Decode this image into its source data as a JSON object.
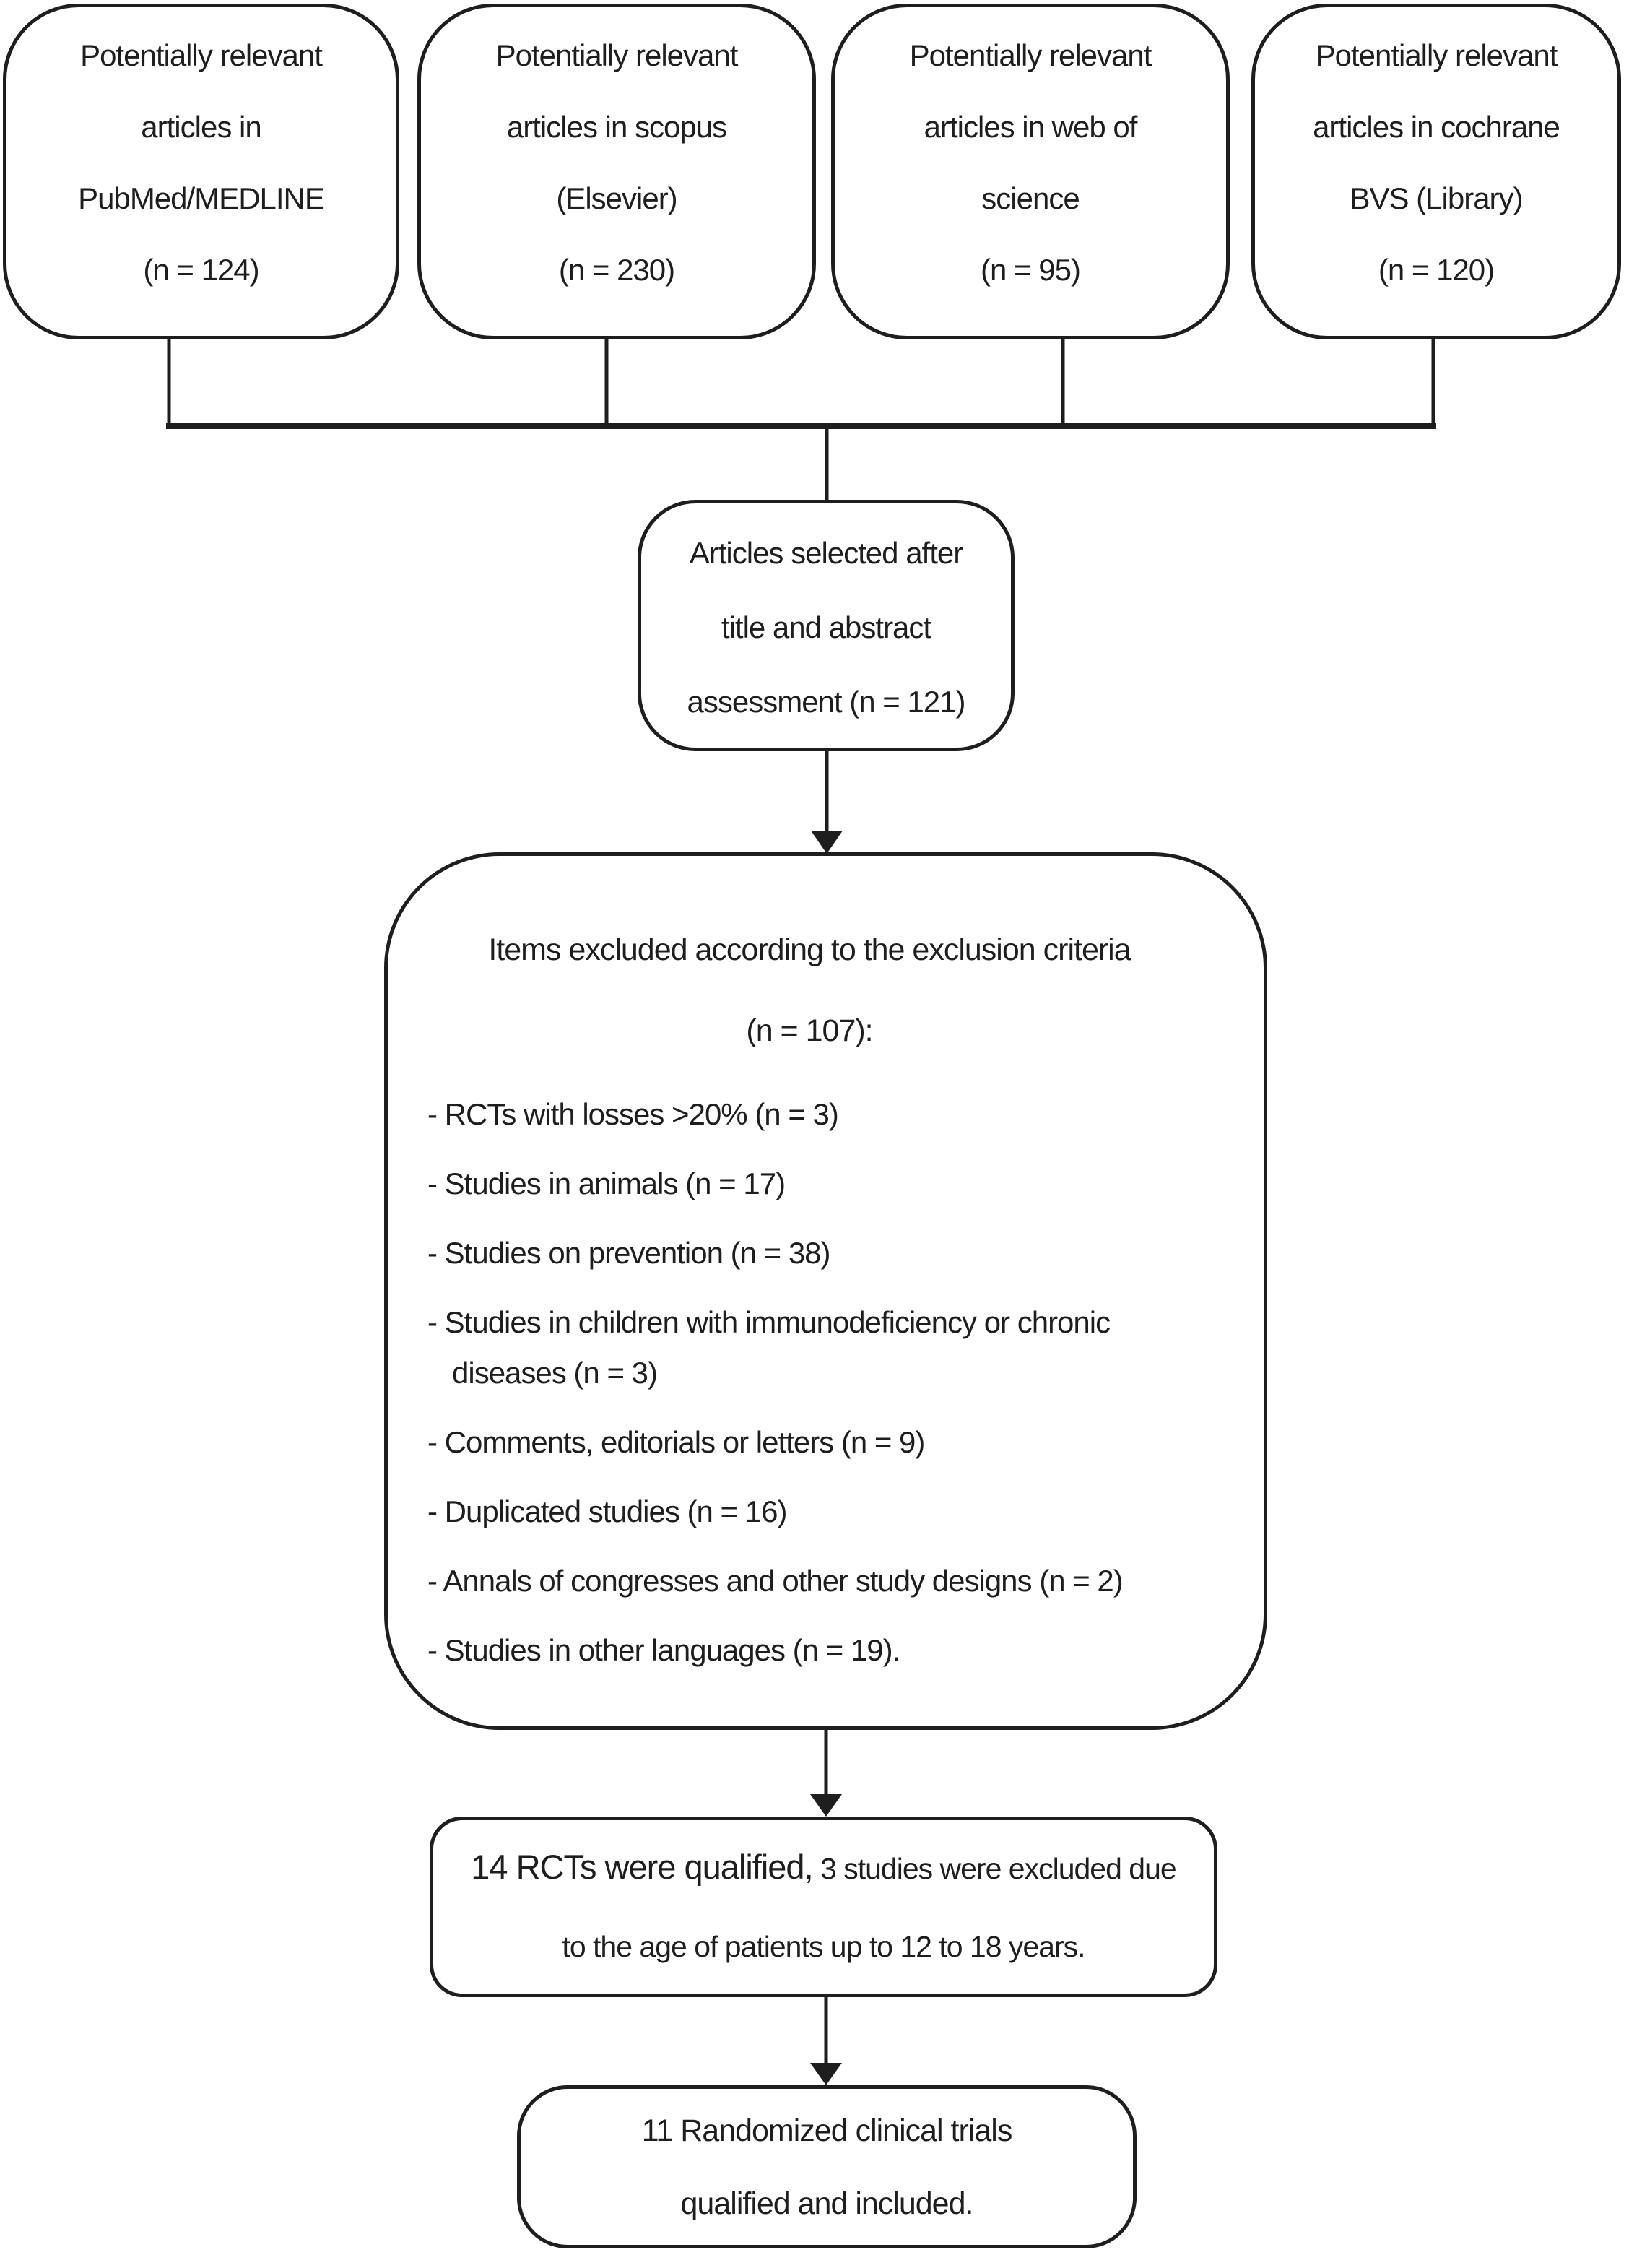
{
  "figure": {
    "type": "study-selection-flow-diagram"
  },
  "colors": {
    "ink": "#1e1e1e",
    "background": "#ffffff"
  },
  "sources": [
    {
      "lines": [
        "Potentially relevant",
        "articles in",
        "PubMed/MEDLINE",
        "(n = 124)"
      ]
    },
    {
      "lines": [
        "Potentially relevant",
        "articles in scopus",
        "(Elsevier)",
        "(n = 230)"
      ]
    },
    {
      "lines": [
        "Potentially relevant",
        "articles in web of",
        "science",
        "(n = 95)"
      ]
    },
    {
      "lines": [
        "Potentially relevant",
        "articles in cochrane",
        "BVS (Library)",
        "(n = 120)"
      ]
    }
  ],
  "selection": {
    "lines": [
      "Articles selected after",
      "title and abstract",
      "assessment (n = 121)"
    ]
  },
  "exclusion": {
    "title": "Items excluded according to the exclusion criteria",
    "count": "(n = 107):",
    "items": [
      {
        "text": "- RCTs with losses >20% (n = 3)"
      },
      {
        "text": "- Studies in animals (n = 17)"
      },
      {
        "text": "- Studies on prevention (n = 38)"
      },
      {
        "text": "- Studies in children with immunodeficiency or chronic",
        "text2": "diseases (n = 3)"
      },
      {
        "text": "- Comments, editorials or letters (n = 9)"
      },
      {
        "text": "- Duplicated studies (n = 16)"
      },
      {
        "text": "- Annals of congresses and other study designs (n = 2)"
      },
      {
        "text": "- Studies in other languages (n = 19)."
      }
    ]
  },
  "qualified": {
    "line1_emphasis": "14 RCTs were qualified,",
    "line1_rest": " 3 studies were excluded due",
    "line2": "to the age of patients up to 12 to 18 years."
  },
  "included": {
    "lines": [
      "11 Randomized clinical trials",
      "qualified and included."
    ]
  }
}
